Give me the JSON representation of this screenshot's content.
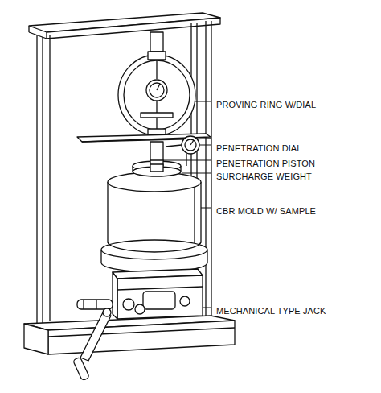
{
  "diagram": {
    "labels": [
      "PROVING RING W/DIAL",
      "PENETRATION DIAL",
      "PENETRATION PISTON",
      "SURCHARGE WEIGHT",
      "CBR MOLD W/ SAMPLE",
      "MECHANICAL TYPE JACK"
    ]
  }
}
